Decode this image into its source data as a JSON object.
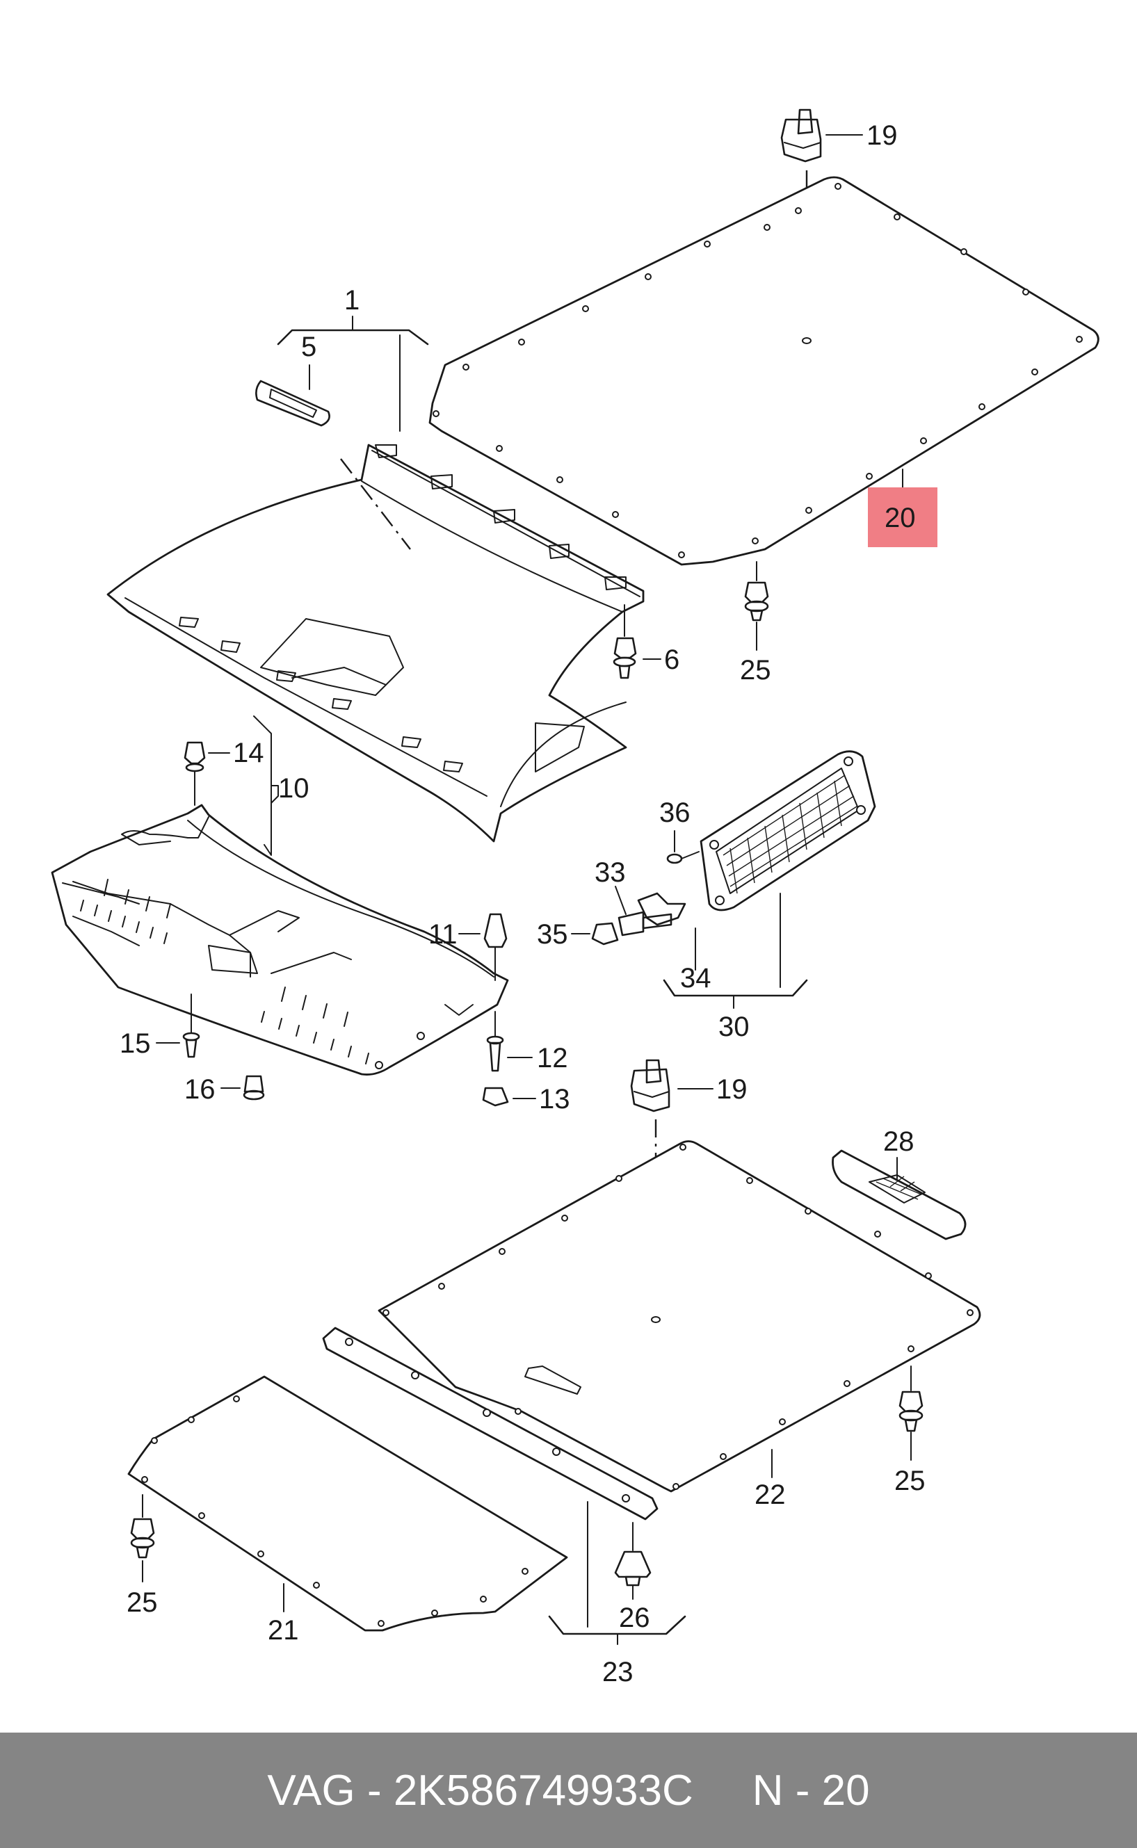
{
  "labels": {
    "l1": "1",
    "l5": "5",
    "l6": "6",
    "l10": "10",
    "l11": "11",
    "l12": "12",
    "l13": "13",
    "l14": "14",
    "l15": "15",
    "l16": "16",
    "l19a": "19",
    "l19b": "19",
    "l20": "20",
    "l21": "21",
    "l22": "22",
    "l23": "23",
    "l25a": "25",
    "l25b": "25",
    "l25c": "25",
    "l26": "26",
    "l28": "28",
    "l30": "30",
    "l33": "33",
    "l34": "34",
    "l35": "35",
    "l36": "36"
  },
  "highlighted_part": "20",
  "colors": {
    "highlight": "#f07e85",
    "footer_bg": "#858585",
    "footer_text": "#ffffff",
    "ink": "#1a1a1a"
  },
  "footer": {
    "part_code": "VAG - 2K586749933C",
    "page_ref": "N - 20"
  }
}
